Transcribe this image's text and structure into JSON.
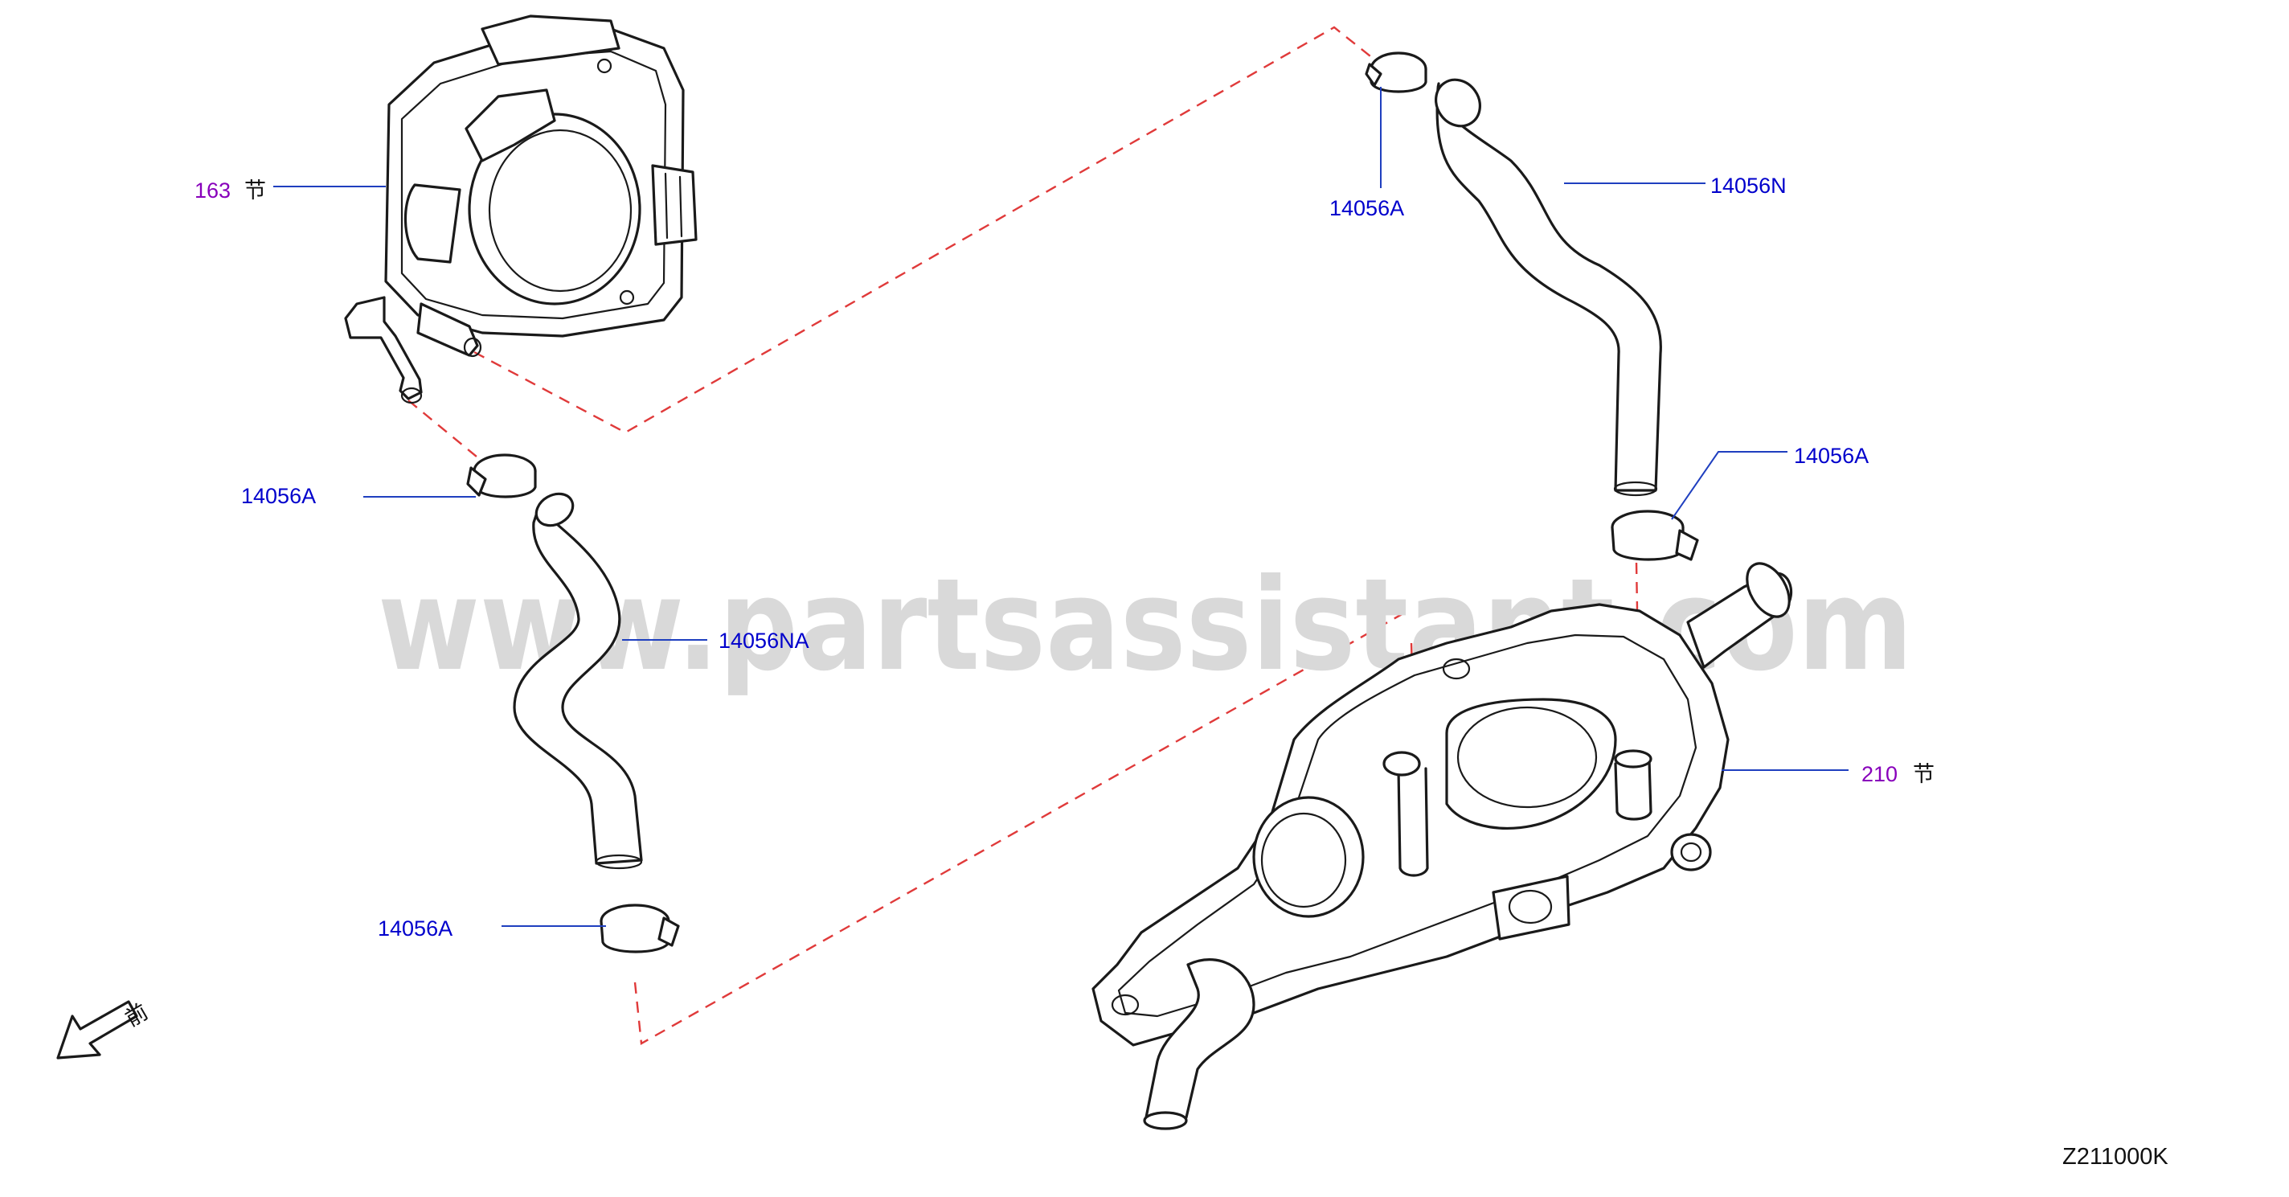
{
  "diagram": {
    "watermark": "www.partsassistant.com",
    "code": "Z211000K",
    "front_label": "前",
    "section_glyph": "节",
    "colors": {
      "callout": "#0000cc",
      "section_ref": "#8800bb",
      "leader": "#1f3fbf",
      "dashed": "#e03a3a",
      "watermark": "#d9d9d9",
      "line": "#1a1a1a"
    },
    "callouts": {
      "throttle_body_ref": "163",
      "clamp_top": "14056A",
      "hose_upper": "14056N",
      "clamp_right": "14056A",
      "clamp_left_upper": "14056A",
      "hose_lower": "14056NA",
      "clamp_left_lower": "14056A",
      "water_outlet_ref": "210"
    }
  }
}
